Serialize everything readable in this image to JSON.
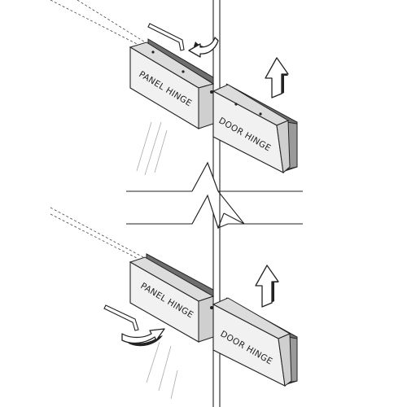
{
  "labels": {
    "upper_panel_hinge": "PANEL HINGE",
    "upper_door_hinge": "DOOR HINGE",
    "lower_panel_hinge": "PANEL HINGE",
    "lower_door_hinge": "DOOR HINGE"
  },
  "icons": {
    "upper_allen_key": "allen-key-icon",
    "upper_rotate_arrow": "rotate-arrow-icon",
    "upper_up_arrow": "up-arrow-icon",
    "lower_allen_key": "allen-key-icon",
    "lower_rotate_arrow": "rotate-arrow-icon",
    "lower_up_arrow": "up-arrow-icon"
  }
}
